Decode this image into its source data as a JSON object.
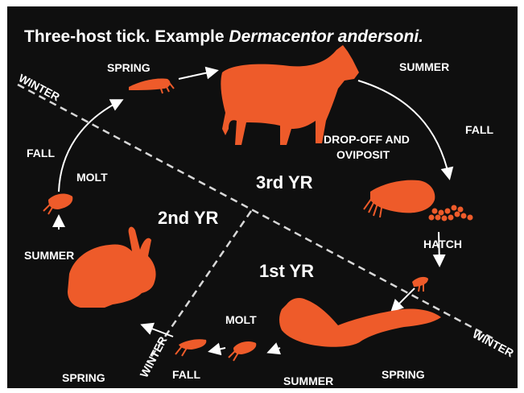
{
  "title": {
    "prefix": "Three-host tick.  Example ",
    "species": "Dermacentor andersoni."
  },
  "years": {
    "first": "1st YR",
    "second": "2nd YR",
    "third": "3rd YR"
  },
  "labels": {
    "spring_top": "SPRING",
    "summer_top": "SUMMER",
    "fall_left": "FALL",
    "molt_left": "MOLT",
    "summer_left": "SUMMER",
    "drop_off_line1": "DROP-OFF AND",
    "drop_off_line2": "OVIPOSIT",
    "fall_right": "FALL",
    "hatch": "HATCH",
    "molt_bottom": "MOLT",
    "spring_bottom_left": "SPRING",
    "fall_bottom": "FALL",
    "summer_bottom": "SUMMER",
    "spring_bottom_right": "SPRING",
    "winter_top_left": "WINTER",
    "winter_bottom_left": "WINTER",
    "winter_bottom_right": "WINTER"
  },
  "hosts": [
    "cow",
    "rabbit",
    "squirrel"
  ],
  "colors": {
    "background": "#0f0f0f",
    "silhouette": "#ee5b2a",
    "text": "#ffffff",
    "divider": "#d8d8d8"
  }
}
